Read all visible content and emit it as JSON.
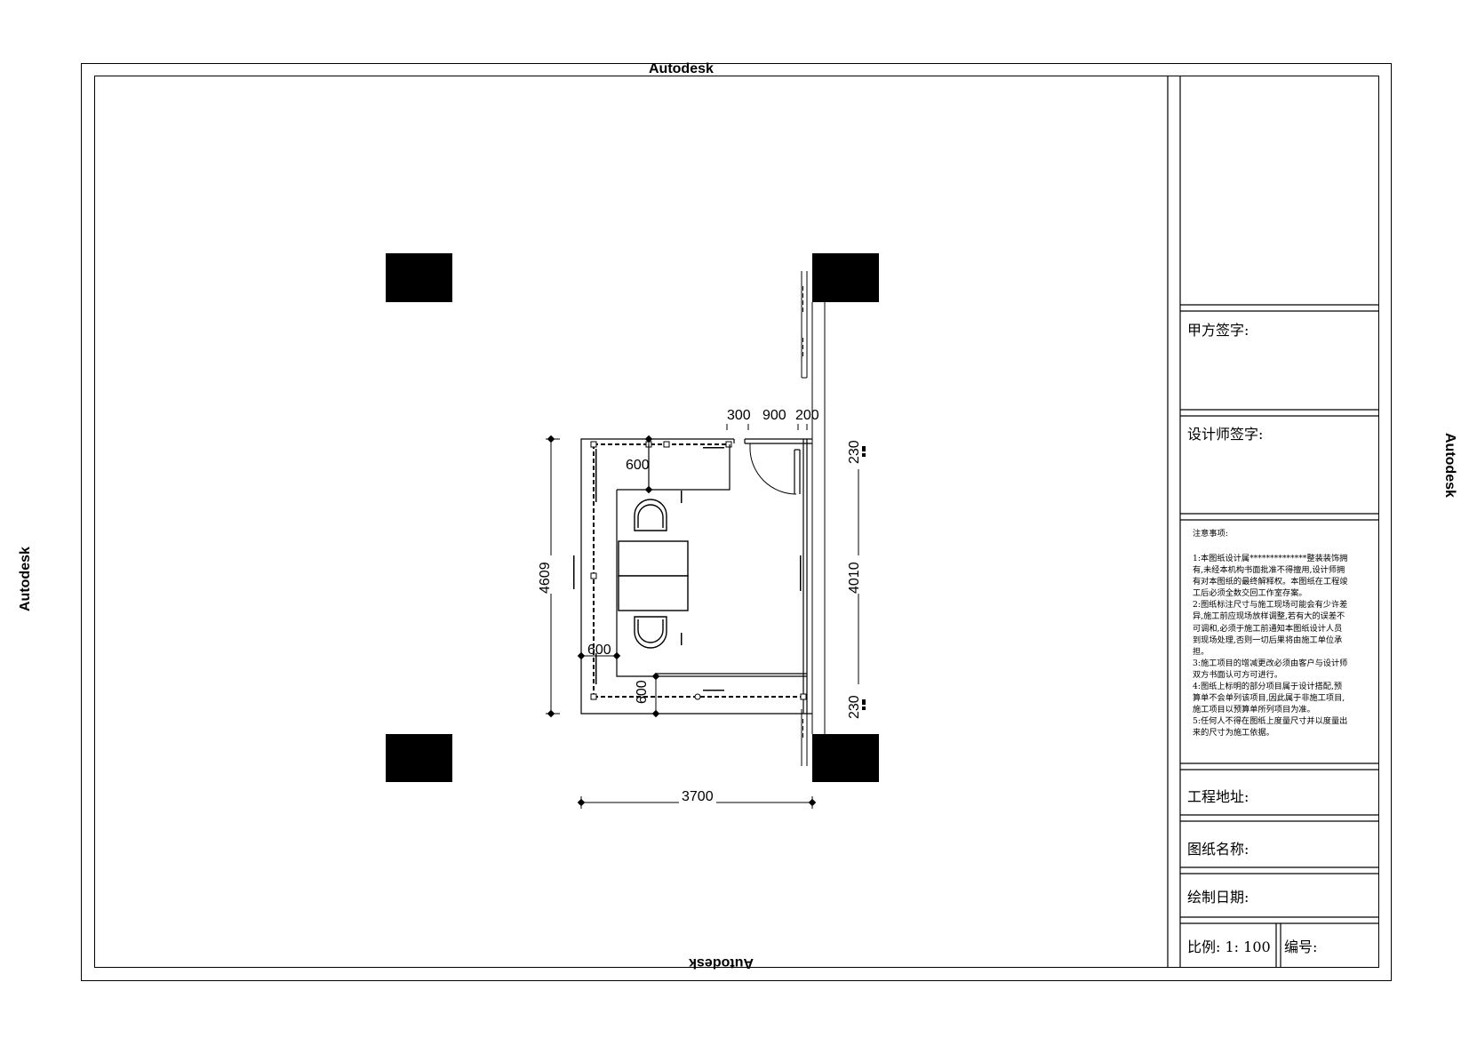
{
  "watermark": {
    "text": "Autodesk"
  },
  "plan": {
    "dimensions": {
      "top_300": "300",
      "top_900": "900",
      "top_200": "200",
      "left_height": "4609",
      "right_230_top": "230",
      "right_4010": "4010",
      "right_230_bottom": "230",
      "bottom_width": "3700",
      "inner_600_top": "600",
      "inner_600_left": "600",
      "inner_600_bottom": "600"
    }
  },
  "title_block": {
    "party_a_signature": "甲方签字:",
    "designer_signature": "设计师签字:",
    "notes_title": "注意事项:",
    "notes_body": "1:本图纸设计属**************整装装饰拥\n有,未经本机构书面批准不得擅用,设计师拥\n有对本图纸的最终解释权。本图纸在工程竣\n工后必须全数交回工作室存案。\n2:图纸标注尺寸与施工现场可能会有少许差\n异,施工前应现场放样调整,若有大的误差不\n可调和,必须于施工前通知本图纸设计人员\n到现场处理,否则一切后果将由施工单位承\n担。\n3:施工项目的增减更改必须由客户与设计师\n双方书面认可方可进行。\n4:图纸上标明的部分项目属于设计搭配,预\n算单不会单列该项目,因此属于非施工项目,\n施工项目以预算单所列项目为准。\n5:任何人不得在图纸上度量尺寸并以度量出\n来的尺寸为施工依据。",
    "project_address": "工程地址:",
    "drawing_name": "图纸名称:",
    "drawing_date": "绘制日期:",
    "scale": "比例: 1: 100",
    "number": "编号:"
  }
}
